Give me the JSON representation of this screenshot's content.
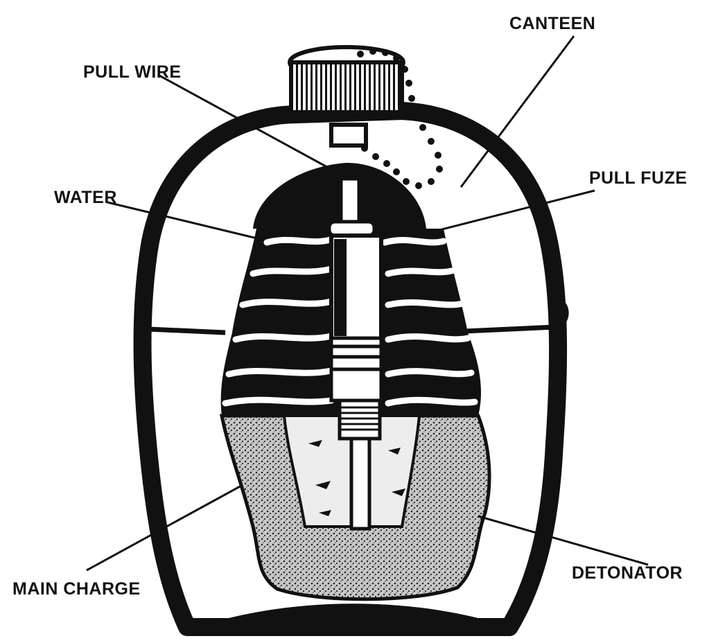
{
  "labels": {
    "canteen": "CANTEEN",
    "pull_wire": "PULL WIRE",
    "pull_fuze": "PULL FUZE",
    "water": "WATER",
    "main_charge": "MAIN CHARGE",
    "detonator": "DETONATOR"
  },
  "colors": {
    "ink": "#111111",
    "paper": "#ffffff",
    "charge_fill": "#bdbdbd"
  }
}
